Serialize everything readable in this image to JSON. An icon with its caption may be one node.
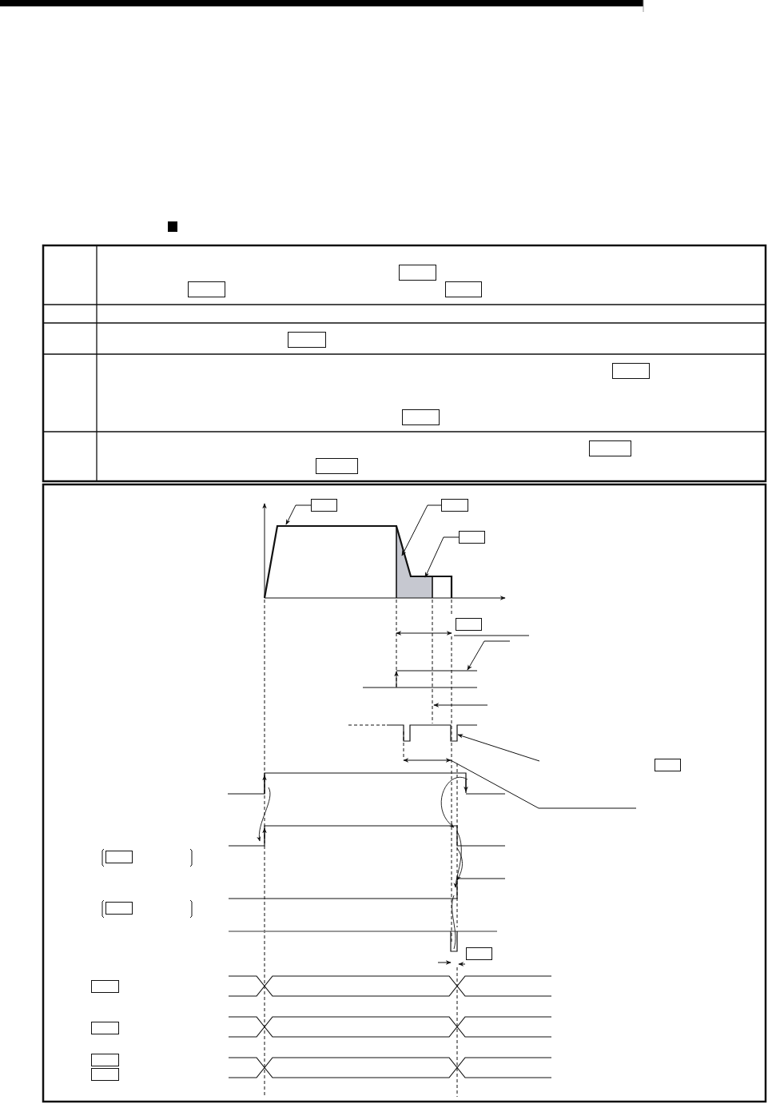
{
  "diagram": {
    "nodes": [
      {
        "text": [],
        "shape": "box"
      },
      {
        "text": [],
        "shape": "box"
      },
      {
        "text": [],
        "shape": "box"
      },
      {
        "text": [],
        "shape": "box"
      },
      {
        "text": [],
        "shape": "box"
      },
      {
        "text": [],
        "shape": "box"
      },
      {
        "text": [],
        "shape": "box"
      },
      {
        "text": [],
        "shape": "box"
      },
      {
        "text": [],
        "shape": "box"
      },
      {
        "text": [],
        "shape": "box"
      },
      {
        "text": [],
        "shape": "box"
      },
      {
        "text": [],
        "shape": "box"
      },
      {
        "text": [],
        "shape": "box"
      },
      {
        "text": [],
        "shape": "box"
      },
      {
        "text": [],
        "shape": "box"
      },
      {
        "text": [],
        "shape": "box"
      },
      {
        "text": [],
        "shape": "box"
      },
      {
        "text": [],
        "shape": "box"
      },
      {
        "text": [],
        "shape": "box"
      },
      {
        "text": [],
        "shape": "box"
      }
    ],
    "edges": [
      {
        "from": 8,
        "to": null,
        "arrow": "to"
      },
      {
        "from": 9,
        "to": null,
        "arrow": "to"
      },
      {
        "from": 10,
        "to": null,
        "arrow": "to"
      }
    ]
  }
}
